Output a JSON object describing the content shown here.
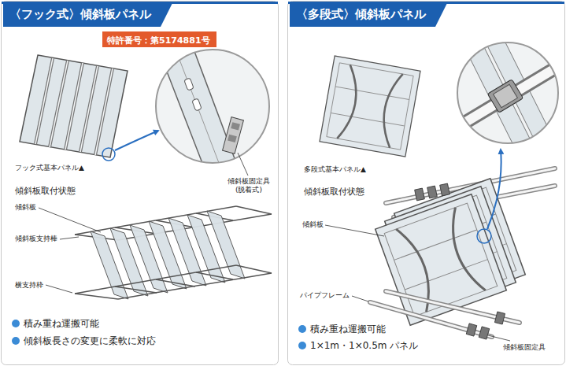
{
  "diagram": {
    "nodes": [
      {
        "text": [
          "〈フック式〉傾斜板パネル"
        ]
      },
      {
        "text": [
          "特許番号：第5174881号"
        ]
      },
      {
        "text": [
          "〈多段式〉傾斜板パネル"
        ]
      }
    ],
    "labels": [
      "フック式基本パネル▲",
      "傾斜板取付状態",
      "傾斜板",
      "傾斜板固定具 (脱着式)",
      "傾斜板支持棒",
      "横支持枠",
      "積み重ね運搬可能",
      "傾斜板長さの変更に柔軟に対応",
      "多段式基本パネル▲",
      "傾斜板取付状態",
      "傾斜板",
      "パイプフレーム",
      "傾斜板固定具",
      "積み重ね運搬可能",
      "1×1m・1×0.5m パネル"
    ]
  }
}
